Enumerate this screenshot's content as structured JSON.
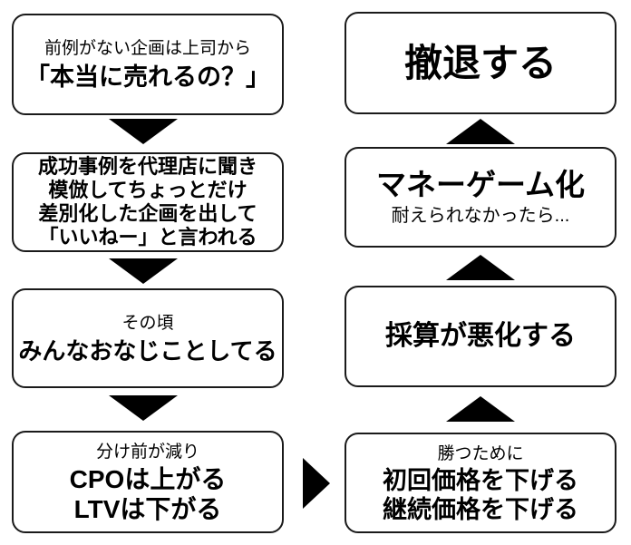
{
  "colors": {
    "background": "#ffffff",
    "box_border": "#1a1a1a",
    "text": "#000000",
    "arrow": "#000000"
  },
  "boxes": {
    "proposal": {
      "line1": "前例がない企画は上司から",
      "line2": "「本当に売れるの？」"
    },
    "imitate": {
      "line1": "成功事例を代理店に聞き",
      "line2": "模倣してちょっとだけ",
      "line3": "差別化した企画を出して",
      "line4": "「いいねー」と言われる"
    },
    "same": {
      "line1": "その頃",
      "line2": "みんなおなじことしてる"
    },
    "cpo": {
      "line1": "分け前が減り",
      "line2": "CPOは上がる",
      "line3": "LTVは下がる"
    },
    "price": {
      "line1": "勝つために",
      "line2": "初回価格を下げる",
      "line3": "継続価格を下げる"
    },
    "unprofitable": {
      "line1": "採算が悪化する"
    },
    "moneygame": {
      "line1": "マネーゲーム化",
      "line2": "耐えられなかったら..."
    },
    "withdraw": {
      "line1": "撤退する"
    }
  }
}
